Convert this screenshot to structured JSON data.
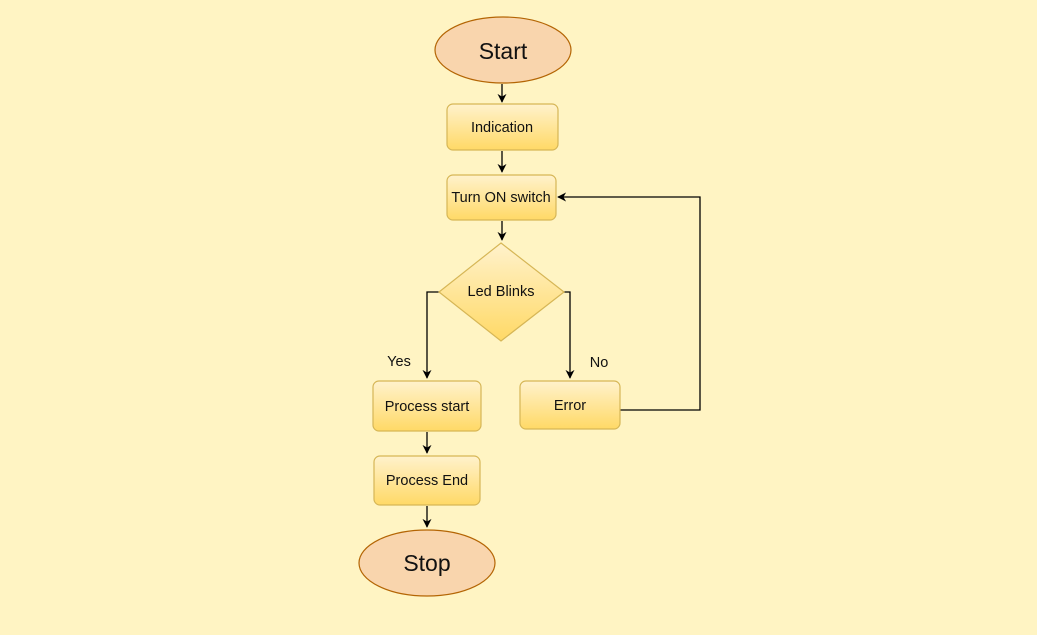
{
  "diagram": {
    "colors": {
      "background": "#fff4c3",
      "terminal_fill": "#f9d5ad",
      "terminal_stroke": "#b46504",
      "box_fill_top": "#fff2cc",
      "box_fill_bottom": "#ffd966",
      "box_stroke": "#d6b656",
      "edge": "#000000"
    },
    "nodes": {
      "start": {
        "label": "Start",
        "shape": "ellipse"
      },
      "indication": {
        "label": "Indication",
        "shape": "rounded-rectangle"
      },
      "turn_on_switch": {
        "label": "Turn ON switch",
        "shape": "rounded-rectangle"
      },
      "led_blinks": {
        "label": "Led Blinks",
        "shape": "diamond"
      },
      "process_start": {
        "label": "Process start",
        "shape": "rounded-rectangle"
      },
      "error": {
        "label": "Error",
        "shape": "rounded-rectangle"
      },
      "process_end": {
        "label": "Process End",
        "shape": "rounded-rectangle"
      },
      "stop": {
        "label": "Stop",
        "shape": "ellipse"
      }
    },
    "edges": [
      {
        "from": "start",
        "to": "indication",
        "label": ""
      },
      {
        "from": "indication",
        "to": "turn_on_switch",
        "label": ""
      },
      {
        "from": "turn_on_switch",
        "to": "led_blinks",
        "label": ""
      },
      {
        "from": "led_blinks",
        "to": "process_start",
        "label": "Yes"
      },
      {
        "from": "led_blinks",
        "to": "error",
        "label": "No"
      },
      {
        "from": "error",
        "to": "turn_on_switch",
        "label": ""
      },
      {
        "from": "process_start",
        "to": "process_end",
        "label": ""
      },
      {
        "from": "process_end",
        "to": "stop",
        "label": ""
      }
    ],
    "edge_labels": {
      "yes": "Yes",
      "no": "No"
    }
  }
}
